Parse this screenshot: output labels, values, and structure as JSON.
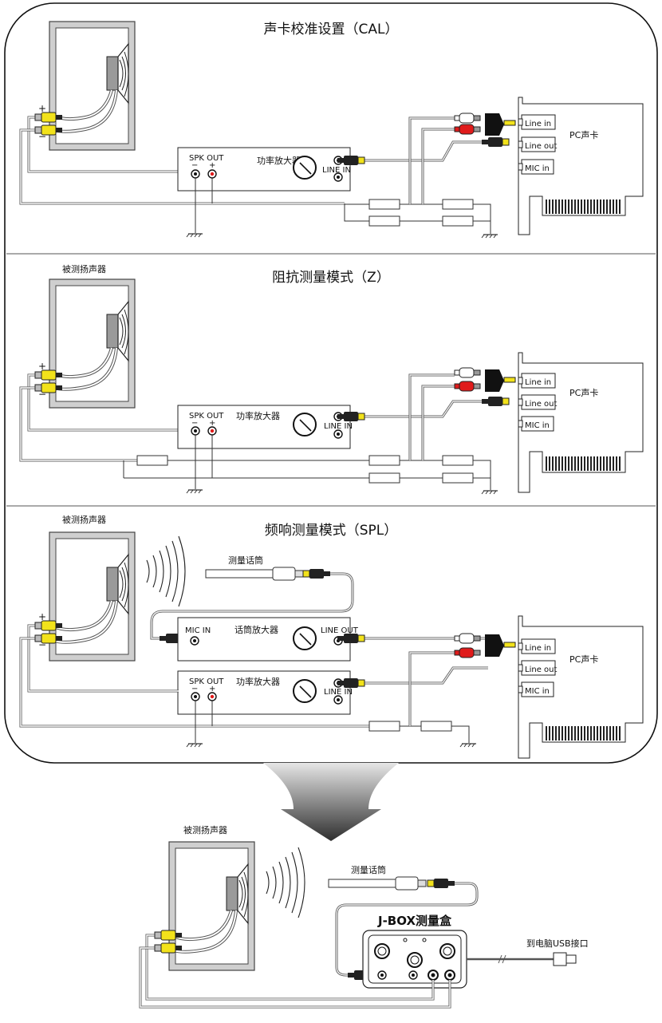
{
  "panels": [
    {
      "title": "声卡校准设置（CAL）",
      "speaker_label": "",
      "amp_label": "功率放大器",
      "spk_out": "SPK OUT",
      "line_in": "LINE IN",
      "soundcard": "PC声卡",
      "ports": [
        "Line in",
        "Line out",
        "MIC in"
      ]
    },
    {
      "title": "阻抗测量模式（Z）",
      "speaker_label": "被测扬声器",
      "amp_label": "功率放大器",
      "spk_out": "SPK OUT",
      "line_in": "LINE IN",
      "soundcard": "PC声卡",
      "ports": [
        "Line in",
        "Line out",
        "MIC in"
      ]
    },
    {
      "title": "频响测量模式（SPL）",
      "speaker_label": "被测扬声器",
      "amp_label": "功率放大器",
      "spk_out": "SPK OUT",
      "line_in": "LINE IN",
      "soundcard": "PC声卡",
      "ports": [
        "Line in",
        "Line out",
        "MIC in"
      ],
      "mic_label": "测量话筒",
      "mic_amp_label": "话筒放大器",
      "mic_in": "MIC IN",
      "line_out": "LINE OUT"
    }
  ],
  "bottom": {
    "speaker_label": "被测扬声器",
    "mic_label": "测量话筒",
    "jbox_label": "J-BOX测量盒",
    "usb_label": "到电脑USB接口"
  },
  "colors": {
    "speaker_fill": "#cfcfcf",
    "rca_yellow": "#f2e21b",
    "rca_red": "#e01b1b",
    "rca_white": "#ffffff",
    "ground": "#333333",
    "arrow_dark": "#2e2e2e",
    "arrow_light": "#e6e6e6"
  },
  "icons": [
    "speaker-icon",
    "rca-plug-icon",
    "knob-icon",
    "ground-icon",
    "resistor-icon",
    "usb-plug-icon",
    "microphone-icon"
  ]
}
